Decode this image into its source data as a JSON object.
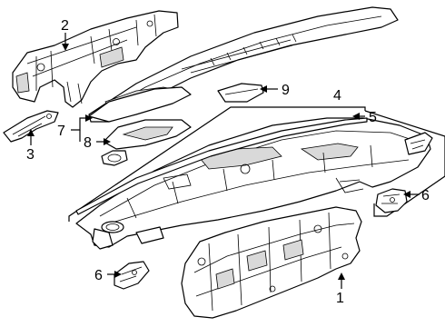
{
  "callouts": {
    "c1": "1",
    "c2": "2",
    "c3": "3",
    "c4": "4",
    "c5": "5",
    "c6a": "6",
    "c6b": "6",
    "c7": "7",
    "c8": "8",
    "c9": "9"
  }
}
